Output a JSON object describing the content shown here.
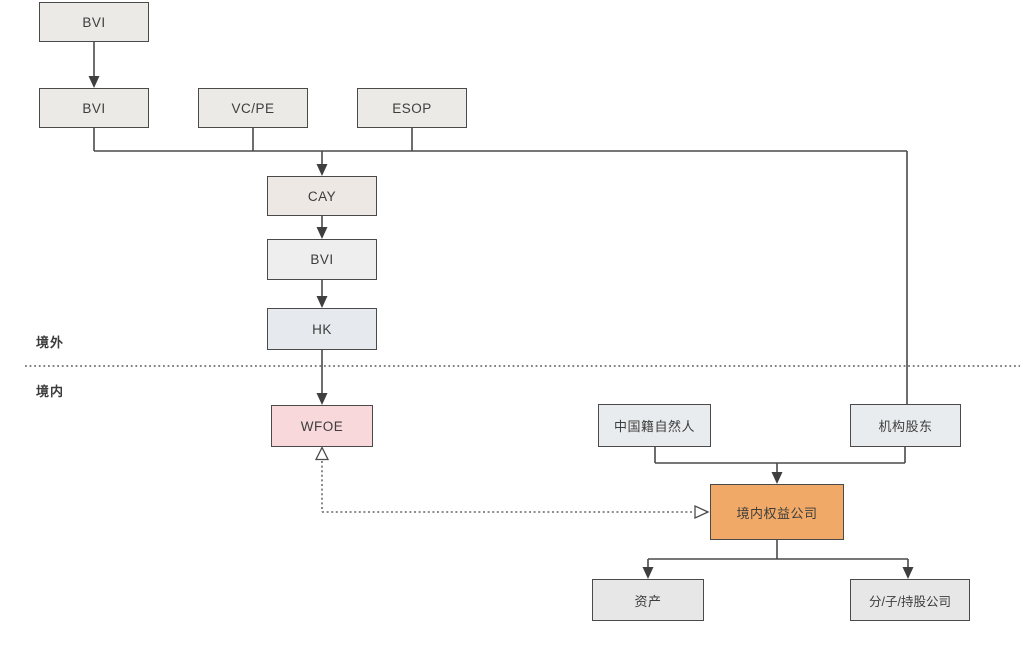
{
  "diagram": {
    "title_hint": "VIE red-chip structure flowchart",
    "region_labels": {
      "offshore": "境外",
      "onshore": "境内"
    },
    "nodes": {
      "bvi_top": "BVI",
      "bvi_2": "BVI",
      "vcpe": "VC/PE",
      "esop": "ESOP",
      "cay": "CAY",
      "bvi_mid": "BVI",
      "hk": "HK",
      "wfoe": "WFOE",
      "cn_person": "中国籍自然人",
      "inst_shareholder": "机构股东",
      "domestic_equity": "境内权益公司",
      "assets": "资产",
      "subsidiaries": "分/子/持股公司"
    },
    "edges": [
      {
        "from": "bvi_top",
        "to": "bvi_2",
        "style": "solid-arrow"
      },
      {
        "from": "bvi_2",
        "to": "cay",
        "style": "solid-arrow-via-bus"
      },
      {
        "from": "vcpe",
        "to": "cay",
        "style": "solid-arrow-via-bus"
      },
      {
        "from": "esop",
        "to": "cay",
        "style": "solid-arrow-via-bus"
      },
      {
        "from": "shareholder-bus",
        "to": "inst_shareholder",
        "style": "solid-line"
      },
      {
        "from": "cay",
        "to": "bvi_mid",
        "style": "solid-arrow"
      },
      {
        "from": "bvi_mid",
        "to": "hk",
        "style": "solid-arrow"
      },
      {
        "from": "hk",
        "to": "wfoe",
        "style": "solid-arrow"
      },
      {
        "from": "cn_person",
        "to": "domestic_equity",
        "style": "solid-arrow-via-bus"
      },
      {
        "from": "inst_shareholder",
        "to": "domestic_equity",
        "style": "solid-arrow-via-bus"
      },
      {
        "from": "wfoe",
        "to": "domestic_equity",
        "style": "dotted-hollow-arrows-both-ends"
      },
      {
        "from": "domestic_equity",
        "to": "assets",
        "style": "solid-arrow"
      },
      {
        "from": "domestic_equity",
        "to": "subsidiaries",
        "style": "solid-arrow"
      }
    ],
    "colors": {
      "background": "#ffffff",
      "box_border": "#4a4a4a",
      "line": "#4a4a4a",
      "boundary_dotted": "#5a5a5a",
      "text": "#3d3d3d",
      "fill_warm_gray": "#eceae7",
      "fill_cay": "#ede8e4",
      "fill_plain_gray": "#eeeeee",
      "fill_blue_gray": "#e6eaee",
      "fill_holder_gray": "#e9ecee",
      "fill_pink": "#f8d8da",
      "fill_orange": "#f0a966",
      "fill_light_gray": "#e7e7e7"
    }
  }
}
